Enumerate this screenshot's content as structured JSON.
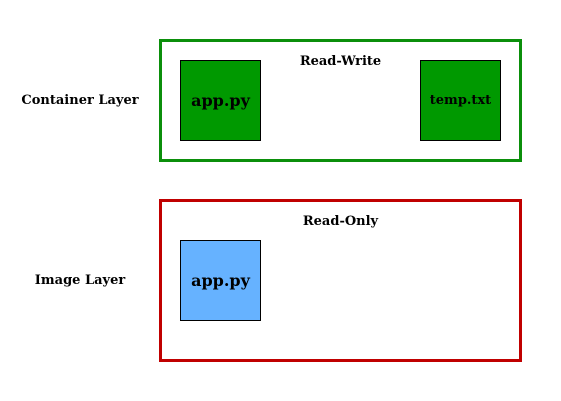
{
  "colors": {
    "container_border": "#0b8f0b",
    "container_file_fill": "#009900",
    "image_border": "#c00000",
    "image_file_fill": "#66b2ff"
  },
  "container_layer": {
    "label": "Container Layer",
    "box_title": "Read-Write",
    "files": [
      {
        "name": "app.py"
      },
      {
        "name": "temp.txt"
      }
    ]
  },
  "image_layer": {
    "label": "Image Layer",
    "box_title": "Read-Only",
    "files": [
      {
        "name": "app.py"
      }
    ]
  }
}
